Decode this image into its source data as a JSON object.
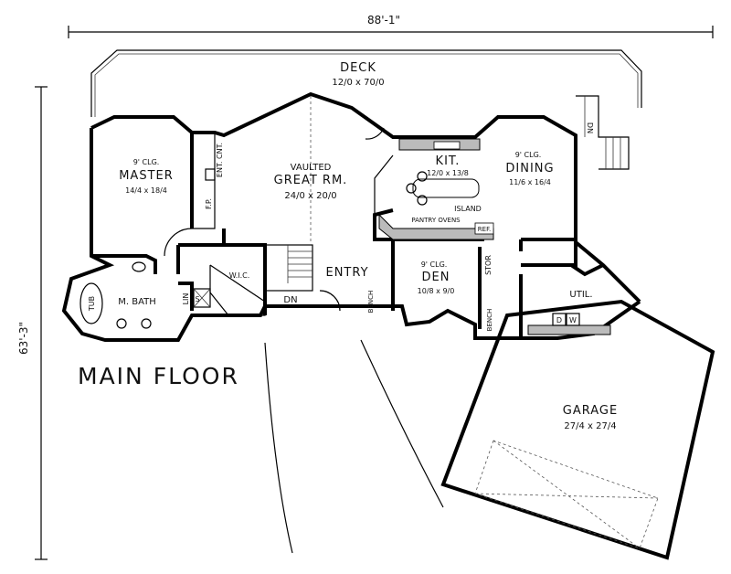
{
  "title": "MAIN FLOOR",
  "dimensions": {
    "width": "88'-1\"",
    "depth": "63'-3\""
  },
  "rooms": {
    "deck": {
      "name": "DECK",
      "size": "12/0 x 70/0"
    },
    "master": {
      "ceiling": "9' CLG.",
      "name": "MASTER",
      "size": "14/4 x 18/4"
    },
    "great_room": {
      "prefix": "VAULTED",
      "name": "GREAT RM.",
      "size": "24/0 x 20/0"
    },
    "kitchen": {
      "name": "KIT.",
      "size": "12/0 x 13/8",
      "island": "ISLAND",
      "pantry_ovens": "PANTRY OVENS",
      "ref": "REF."
    },
    "dining": {
      "ceiling": "9' CLG.",
      "name": "DINING",
      "size": "11/6 x 16/4"
    },
    "den": {
      "ceiling": "9' CLG.",
      "name": "DEN",
      "size": "10/8 x 9/0"
    },
    "entry": {
      "name": "ENTRY"
    },
    "wic": {
      "name": "W.I.C."
    },
    "master_bath": {
      "name": "M. BATH",
      "tub": "TUB",
      "linen": "LIN",
      "shower": "S"
    },
    "utility": {
      "name": "UTIL.",
      "dryer": "D",
      "washer": "W"
    },
    "garage": {
      "name": "GARAGE",
      "size": "27/4 x 27/4"
    }
  },
  "fixtures": {
    "fireplace": "F.P.",
    "entertainment_center": "ENT. CNT.",
    "bench": "BENCH",
    "storage": "STOR",
    "stairs_down": "DN"
  }
}
